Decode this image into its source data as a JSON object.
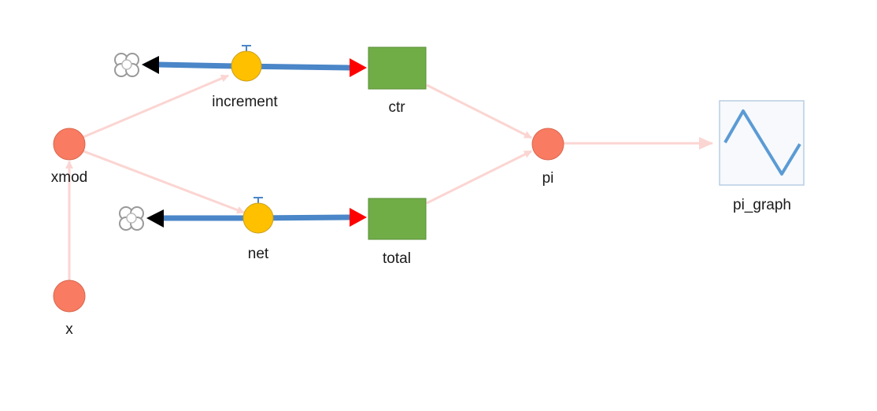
{
  "nodes": {
    "x": {
      "label": "x",
      "kind": "converter"
    },
    "xmod": {
      "label": "xmod",
      "kind": "converter"
    },
    "increment": {
      "label": "increment",
      "kind": "flow"
    },
    "net": {
      "label": "net",
      "kind": "flow"
    },
    "ctr": {
      "label": "ctr",
      "kind": "stock"
    },
    "total": {
      "label": "total",
      "kind": "stock"
    },
    "pi": {
      "label": "pi",
      "kind": "converter"
    },
    "pi_graph": {
      "label": "pi_graph",
      "kind": "graph"
    }
  },
  "connectors": [
    {
      "from": "x",
      "to": "xmod"
    },
    {
      "from": "xmod",
      "to": "increment"
    },
    {
      "from": "xmod",
      "to": "net"
    },
    {
      "from": "ctr",
      "to": "pi"
    },
    {
      "from": "total",
      "to": "pi"
    },
    {
      "from": "pi",
      "to": "pi_graph"
    }
  ],
  "flows": [
    {
      "name": "increment",
      "source": "cloud",
      "target": "ctr"
    },
    {
      "name": "net",
      "source": "cloud",
      "target": "total"
    }
  ],
  "colors": {
    "converter": "#f97b62",
    "flow_valve": "#ffc000",
    "stock": "#70ad47",
    "flow_pipe": "#4a86c8",
    "connector": "#fbd5d2",
    "arrow_into_stock": "#ff0000",
    "arrow_into_cloud": "#000000",
    "graph_line": "#5b9bd5"
  },
  "icons": {
    "cloud": "cloud-icon",
    "graph": "line-graph-icon"
  }
}
